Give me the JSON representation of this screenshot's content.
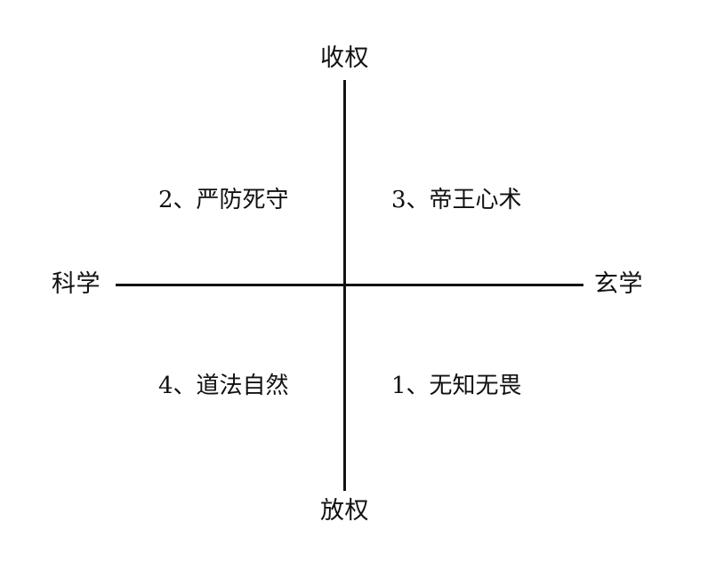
{
  "diagram": {
    "type": "quadrant-matrix",
    "background_color": "#ffffff",
    "line_color": "#111111",
    "axes": {
      "vertical": {
        "top_label": "收权",
        "bottom_label": "放权"
      },
      "horizontal": {
        "left_label": "科学",
        "right_label": "玄学"
      }
    },
    "quadrants": [
      {
        "id": "quadrant-2",
        "position": "upper-left",
        "number": "2",
        "separator": "、",
        "label": "严防死守",
        "text": "2、严防死守"
      },
      {
        "id": "quadrant-3",
        "position": "upper-right",
        "number": "3",
        "separator": "、",
        "label": "帝王心术",
        "text": "3、帝王心术"
      },
      {
        "id": "quadrant-4",
        "position": "lower-left",
        "number": "4",
        "separator": "、",
        "label": "道法自然",
        "text": "4、道法自然"
      },
      {
        "id": "quadrant-1",
        "position": "lower-right",
        "number": "1",
        "separator": "、",
        "label": "无知无畏",
        "text": "1、无知无畏"
      }
    ]
  }
}
